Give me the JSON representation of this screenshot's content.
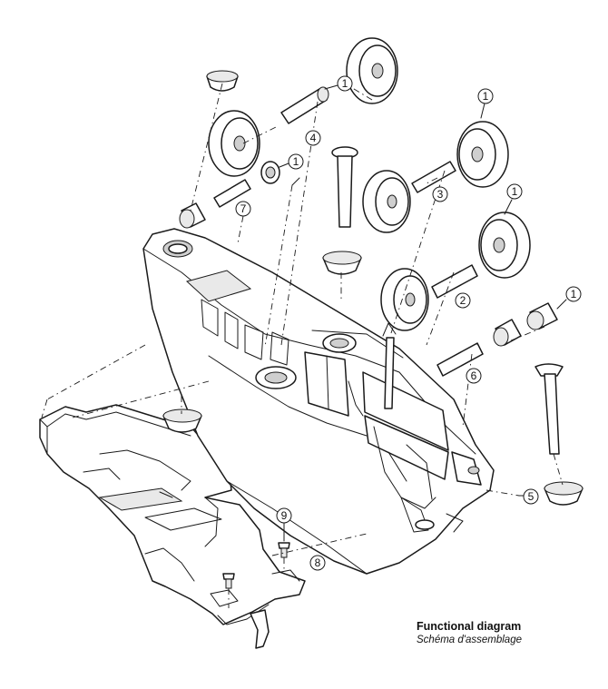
{
  "caption": {
    "title": "Functional diagram",
    "subtitle": "Schéma d'assemblage"
  },
  "callouts": [
    "1",
    "1",
    "1",
    "1",
    "1",
    "2",
    "3",
    "4",
    "5",
    "6",
    "7",
    "8",
    "9"
  ]
}
